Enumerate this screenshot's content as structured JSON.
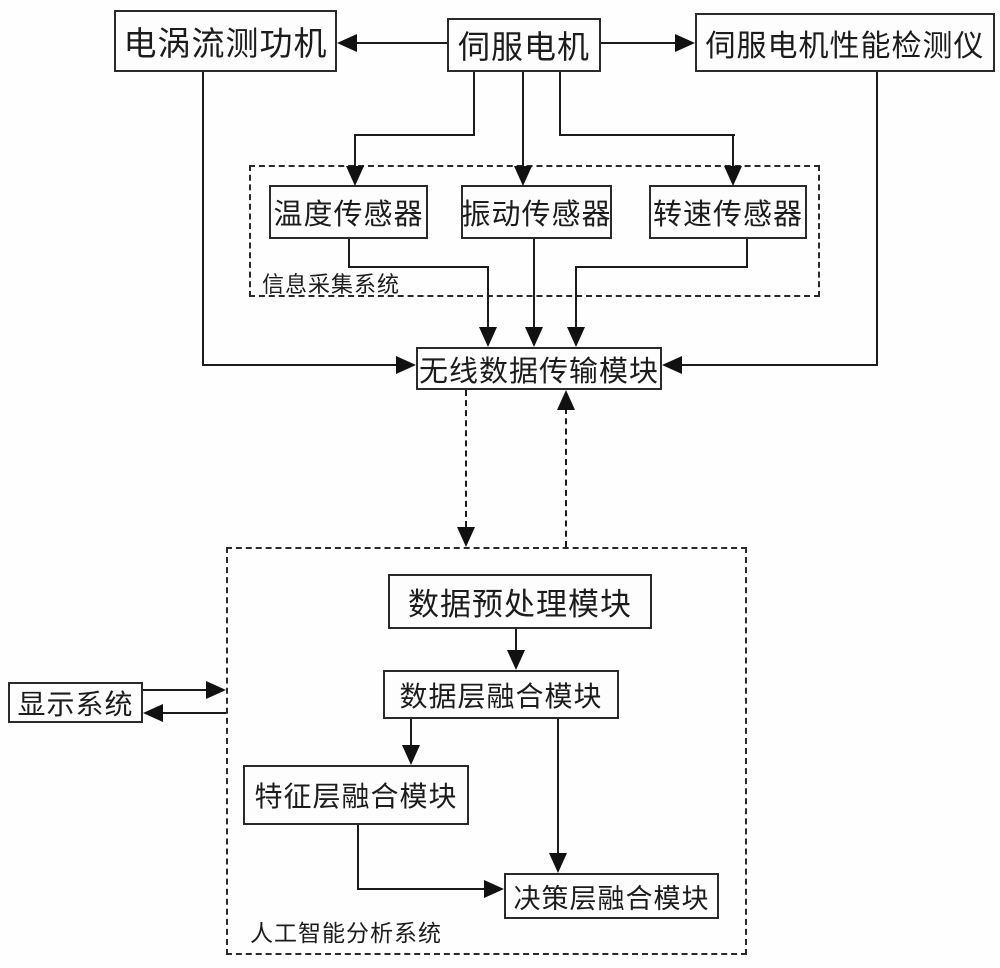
{
  "diagram": {
    "nodes": {
      "dynamometer": "电涡流测功机",
      "servo_motor": "伺服电机",
      "performance_tester": "伺服电机性能检测仪",
      "temp_sensor": "温度传感器",
      "vibration_sensor": "振动传感器",
      "speed_sensor": "转速传感器",
      "wireless_module": "无线数据传输模块",
      "preprocess_module": "数据预处理模块",
      "data_fusion_module": "数据层融合模块",
      "feature_fusion_module": "特征层融合模块",
      "decision_fusion_module": "决策层融合模块",
      "display_system": "显示系统"
    },
    "groups": {
      "info_collection": "信息采集系统",
      "ai_analysis": "人工智能分析系统"
    },
    "colors": {
      "line": "#1b1b1b",
      "box_border": "#2a2a2a",
      "background": "#fefefe",
      "text": "#1c1c1c"
    }
  }
}
